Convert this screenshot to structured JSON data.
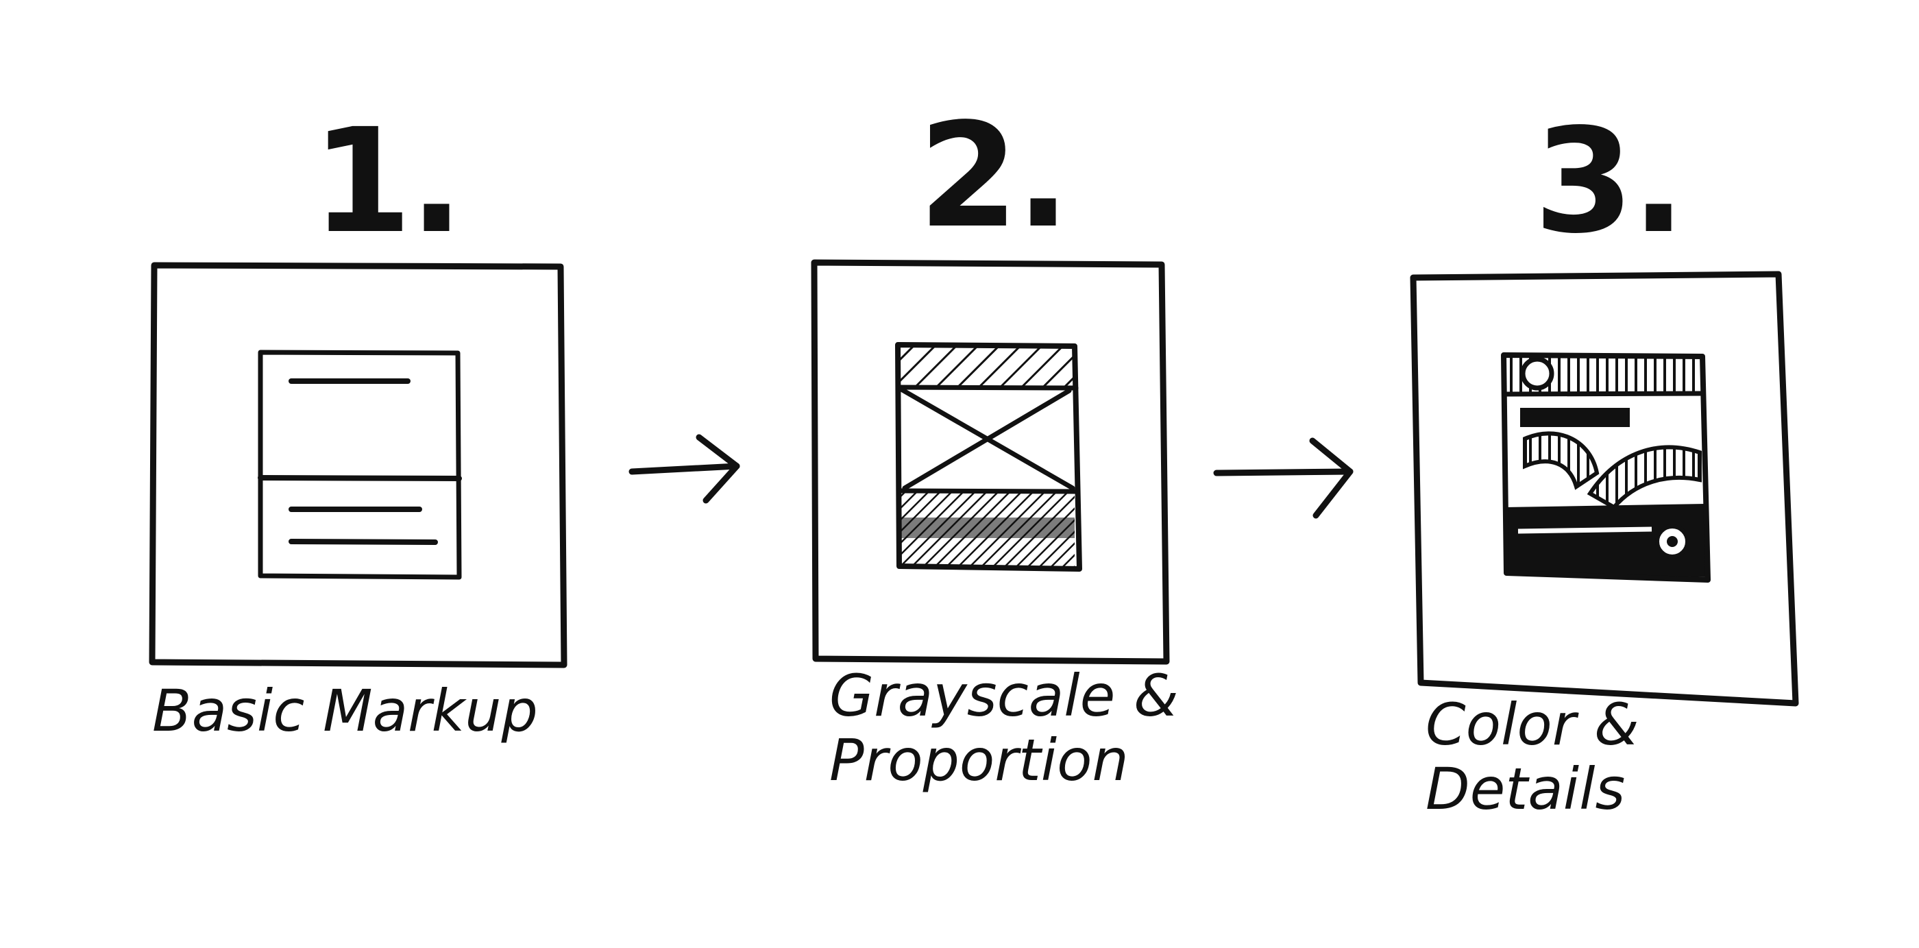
{
  "steps": [
    {
      "number": "1.",
      "label_lines": [
        "Basic Markup"
      ],
      "icon": "wireframe-text-icon"
    },
    {
      "number": "2.",
      "label_lines": [
        "Grayscale &",
        "Proportion"
      ],
      "icon": "grayscale-placeholder-icon"
    },
    {
      "number": "3.",
      "label_lines": [
        "Color &",
        "Details"
      ],
      "icon": "detailed-mockup-icon"
    }
  ],
  "connectors": [
    "arrow-right-icon",
    "arrow-right-icon"
  ],
  "colors": {
    "ink": "#111111",
    "paper": "#ffffff"
  }
}
